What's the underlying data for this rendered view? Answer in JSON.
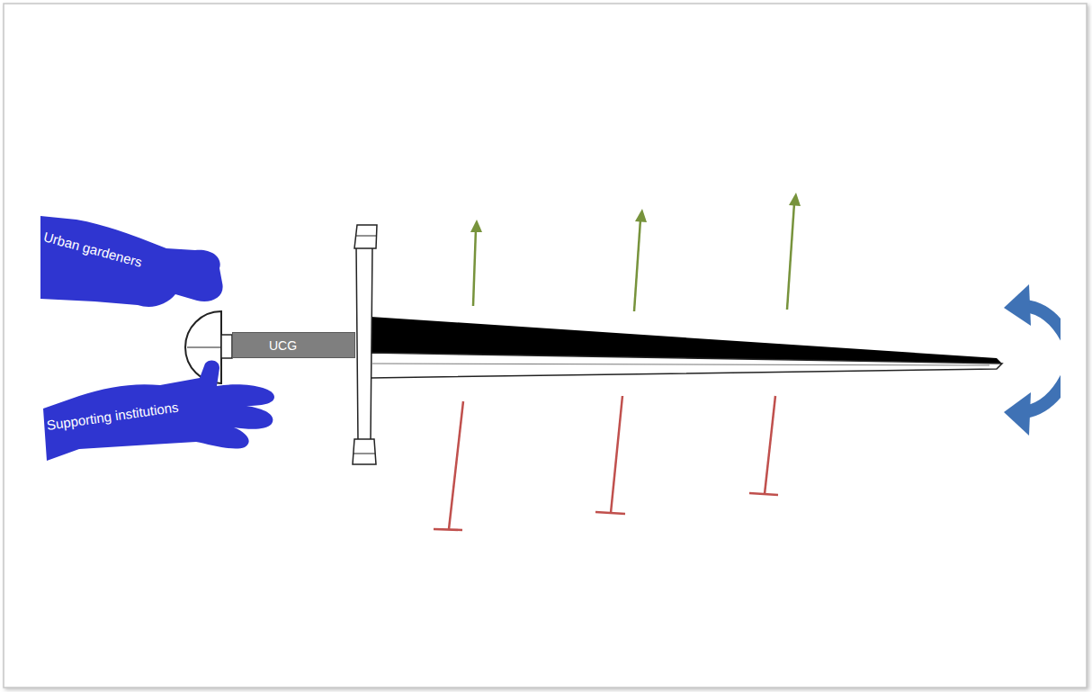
{
  "diagram": {
    "nodes": [
      {
        "text": [
          "Urban gardeners"
        ]
      },
      {
        "text": [
          "UCG"
        ]
      },
      {
        "text": [
          "Supporting institutions"
        ]
      }
    ]
  }
}
